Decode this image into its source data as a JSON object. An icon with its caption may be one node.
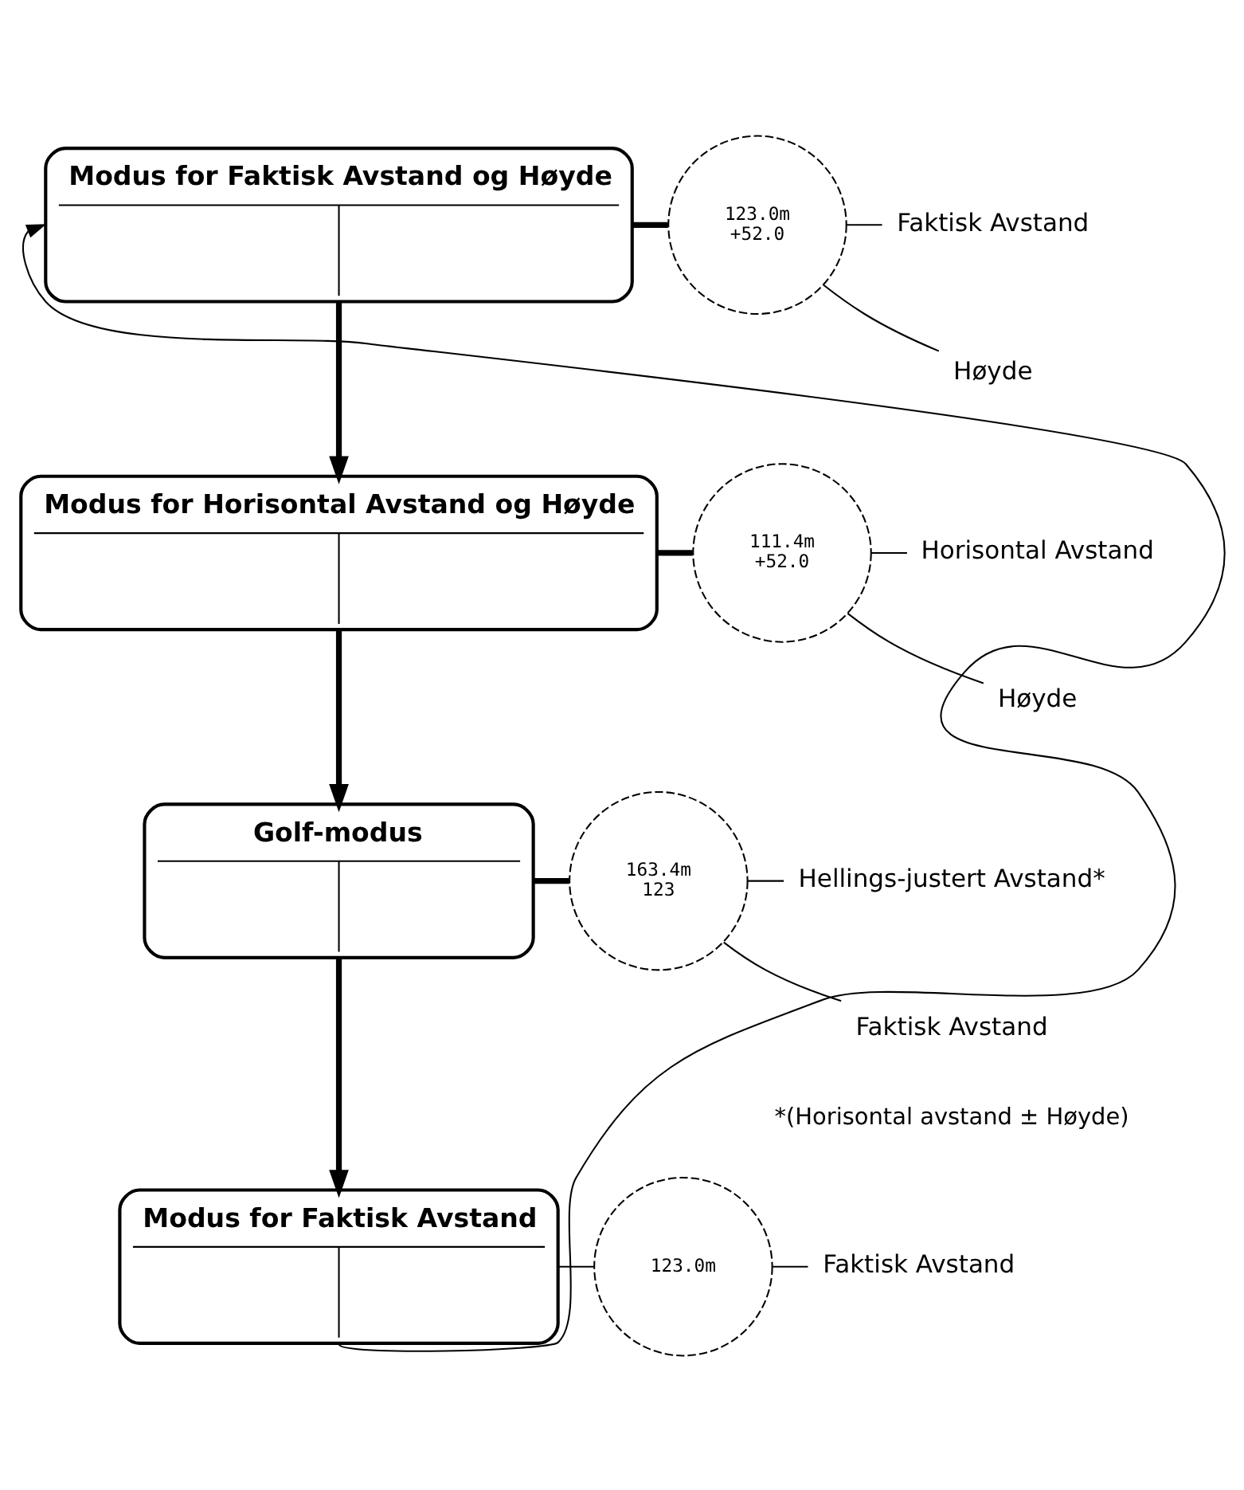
{
  "diagram": {
    "nodes": [
      {
        "text": [
          "Modus for Faktisk Avstand og Høyde"
        ]
      },
      {
        "text": [
          "123.0m",
          "+52.0"
        ]
      },
      {
        "text": [
          "Faktisk Avstand"
        ]
      },
      {
        "text": [
          "Høyde"
        ]
      },
      {
        "text": [
          "Modus for Horisontal Avstand og Høyde"
        ]
      },
      {
        "text": [
          "111.4m",
          "+52.0"
        ]
      },
      {
        "text": [
          "Horisontal Avstand"
        ]
      },
      {
        "text": [
          "Høyde"
        ]
      },
      {
        "text": [
          "Golf-modus"
        ]
      },
      {
        "text": [
          "163.4m",
          "123"
        ]
      },
      {
        "text": [
          "Hellings-justert Avstand*"
        ]
      },
      {
        "text": [
          "Faktisk Avstand"
        ]
      },
      {
        "text": [
          "Modus for Faktisk Avstand"
        ]
      },
      {
        "text": [
          "123.0m"
        ]
      },
      {
        "text": [
          "Faktisk Avstand"
        ]
      }
    ],
    "edges": [
      {
        "from": 0,
        "to": 1,
        "arrow": "none",
        "style": "thick"
      },
      {
        "from": 1,
        "to": 2,
        "arrow": "none"
      },
      {
        "from": 1,
        "to": 3,
        "arrow": "none"
      },
      {
        "from": 0,
        "to": 4,
        "arrow": "to",
        "style": "thick"
      },
      {
        "from": 4,
        "to": 5,
        "arrow": "none",
        "style": "thick"
      },
      {
        "from": 5,
        "to": 6,
        "arrow": "none"
      },
      {
        "from": 5,
        "to": 7,
        "arrow": "none"
      },
      {
        "from": 4,
        "to": 8,
        "arrow": "to",
        "style": "thick"
      },
      {
        "from": 8,
        "to": 9,
        "arrow": "none",
        "style": "thick"
      },
      {
        "from": 9,
        "to": 10,
        "arrow": "none"
      },
      {
        "from": 9,
        "to": 11,
        "arrow": "none"
      },
      {
        "from": 8,
        "to": 12,
        "arrow": "to",
        "style": "thick"
      },
      {
        "from": 12,
        "to": 13,
        "arrow": "none"
      },
      {
        "from": 13,
        "to": 14,
        "arrow": "none"
      },
      {
        "from": 12,
        "to": 0,
        "arrow": "to"
      }
    ],
    "labels": [
      "*(Horisontal avstand ± Høyde)"
    ]
  }
}
